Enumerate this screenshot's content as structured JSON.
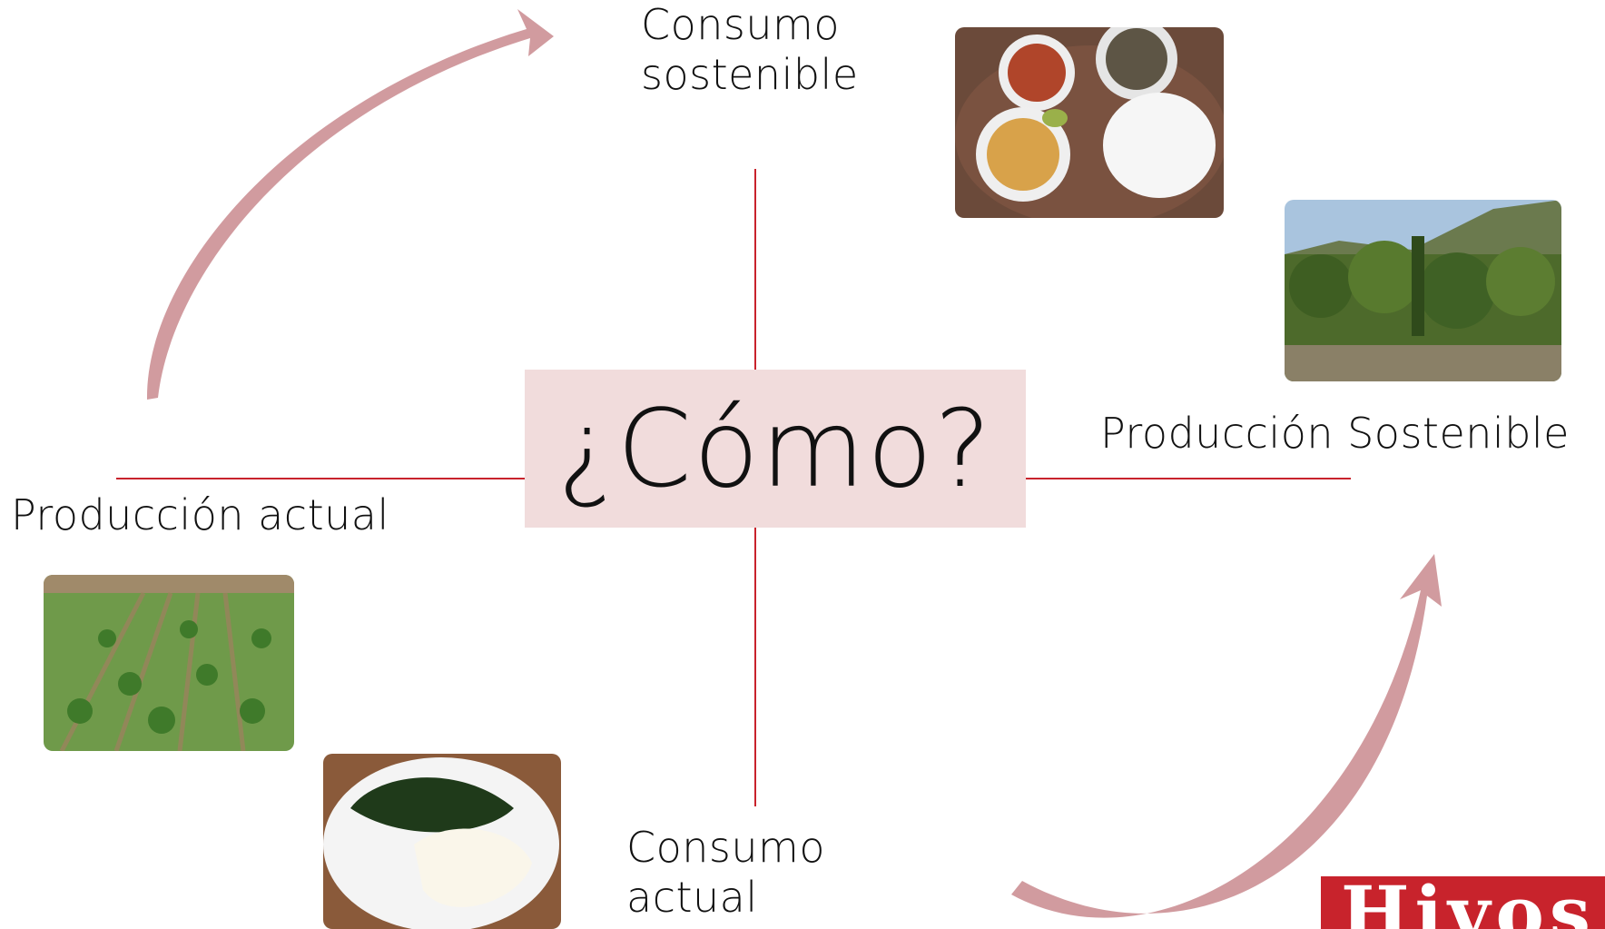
{
  "center": {
    "question": "¿Cómo?"
  },
  "quadrants": {
    "top_label_line1": "Consumo",
    "top_label_line2": "sostenible",
    "right_label": "Producción Sostenible",
    "left_label": "Producción actual",
    "bottom_label_line1": "Consumo",
    "bottom_label_line2": "actual"
  },
  "logo": {
    "text": "Hivos"
  },
  "colors": {
    "axis": "#c8232c",
    "center_box": "#f1dcdc",
    "arrow": "#c98a8e",
    "logo_bg": "#c8232c"
  },
  "images": [
    "sustainable-meal-photo",
    "agroforestry-landscape-photo",
    "maize-field-photo",
    "ugali-greens-plate-photo"
  ]
}
